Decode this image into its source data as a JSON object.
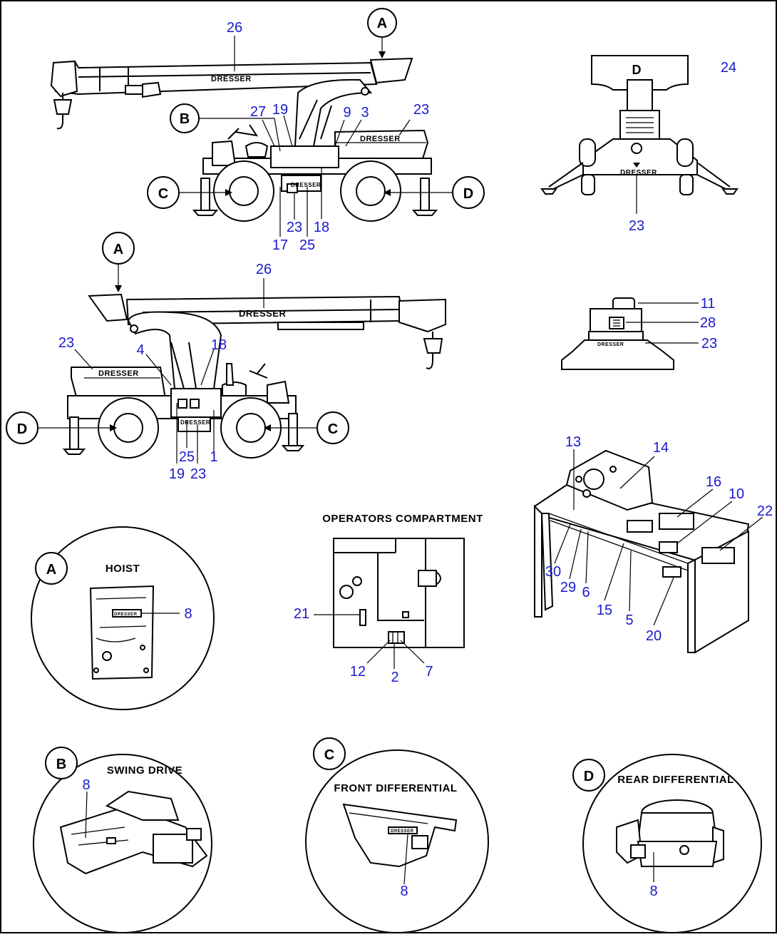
{
  "brand_label": "DRESSER",
  "captions": {
    "operators_compartment": "OPERATORS COMPARTMENT",
    "hoist": "HOIST",
    "swing_drive": "SWING DRIVE",
    "front_differential": "FRONT DIFFERENTIAL",
    "rear_differential": "REAR DIFFERENTIAL"
  },
  "view_letters": {
    "a": "A",
    "b": "B",
    "c": "C",
    "d": "D"
  },
  "callouts": {
    "side_view_1": [
      "26",
      "27",
      "19",
      "9",
      "3",
      "23",
      "23",
      "17",
      "25",
      "18"
    ],
    "front_view": [
      "24",
      "23"
    ],
    "side_view_2": [
      "26",
      "23",
      "4",
      "18",
      "25",
      "19",
      "23",
      "1"
    ],
    "counterweight": [
      "11",
      "28",
      "23"
    ],
    "console": [
      "13",
      "14",
      "16",
      "10",
      "22",
      "30",
      "29",
      "6",
      "15",
      "5",
      "20"
    ],
    "hoist": [
      "8"
    ],
    "operators_compartment": [
      "21",
      "12",
      "2",
      "7"
    ],
    "swing_drive": [
      "8"
    ],
    "front_differential": [
      "8"
    ],
    "rear_differential": [
      "8"
    ]
  },
  "colors": {
    "callout": "#1a1acc",
    "line": "#000000",
    "background": "#ffffff"
  }
}
